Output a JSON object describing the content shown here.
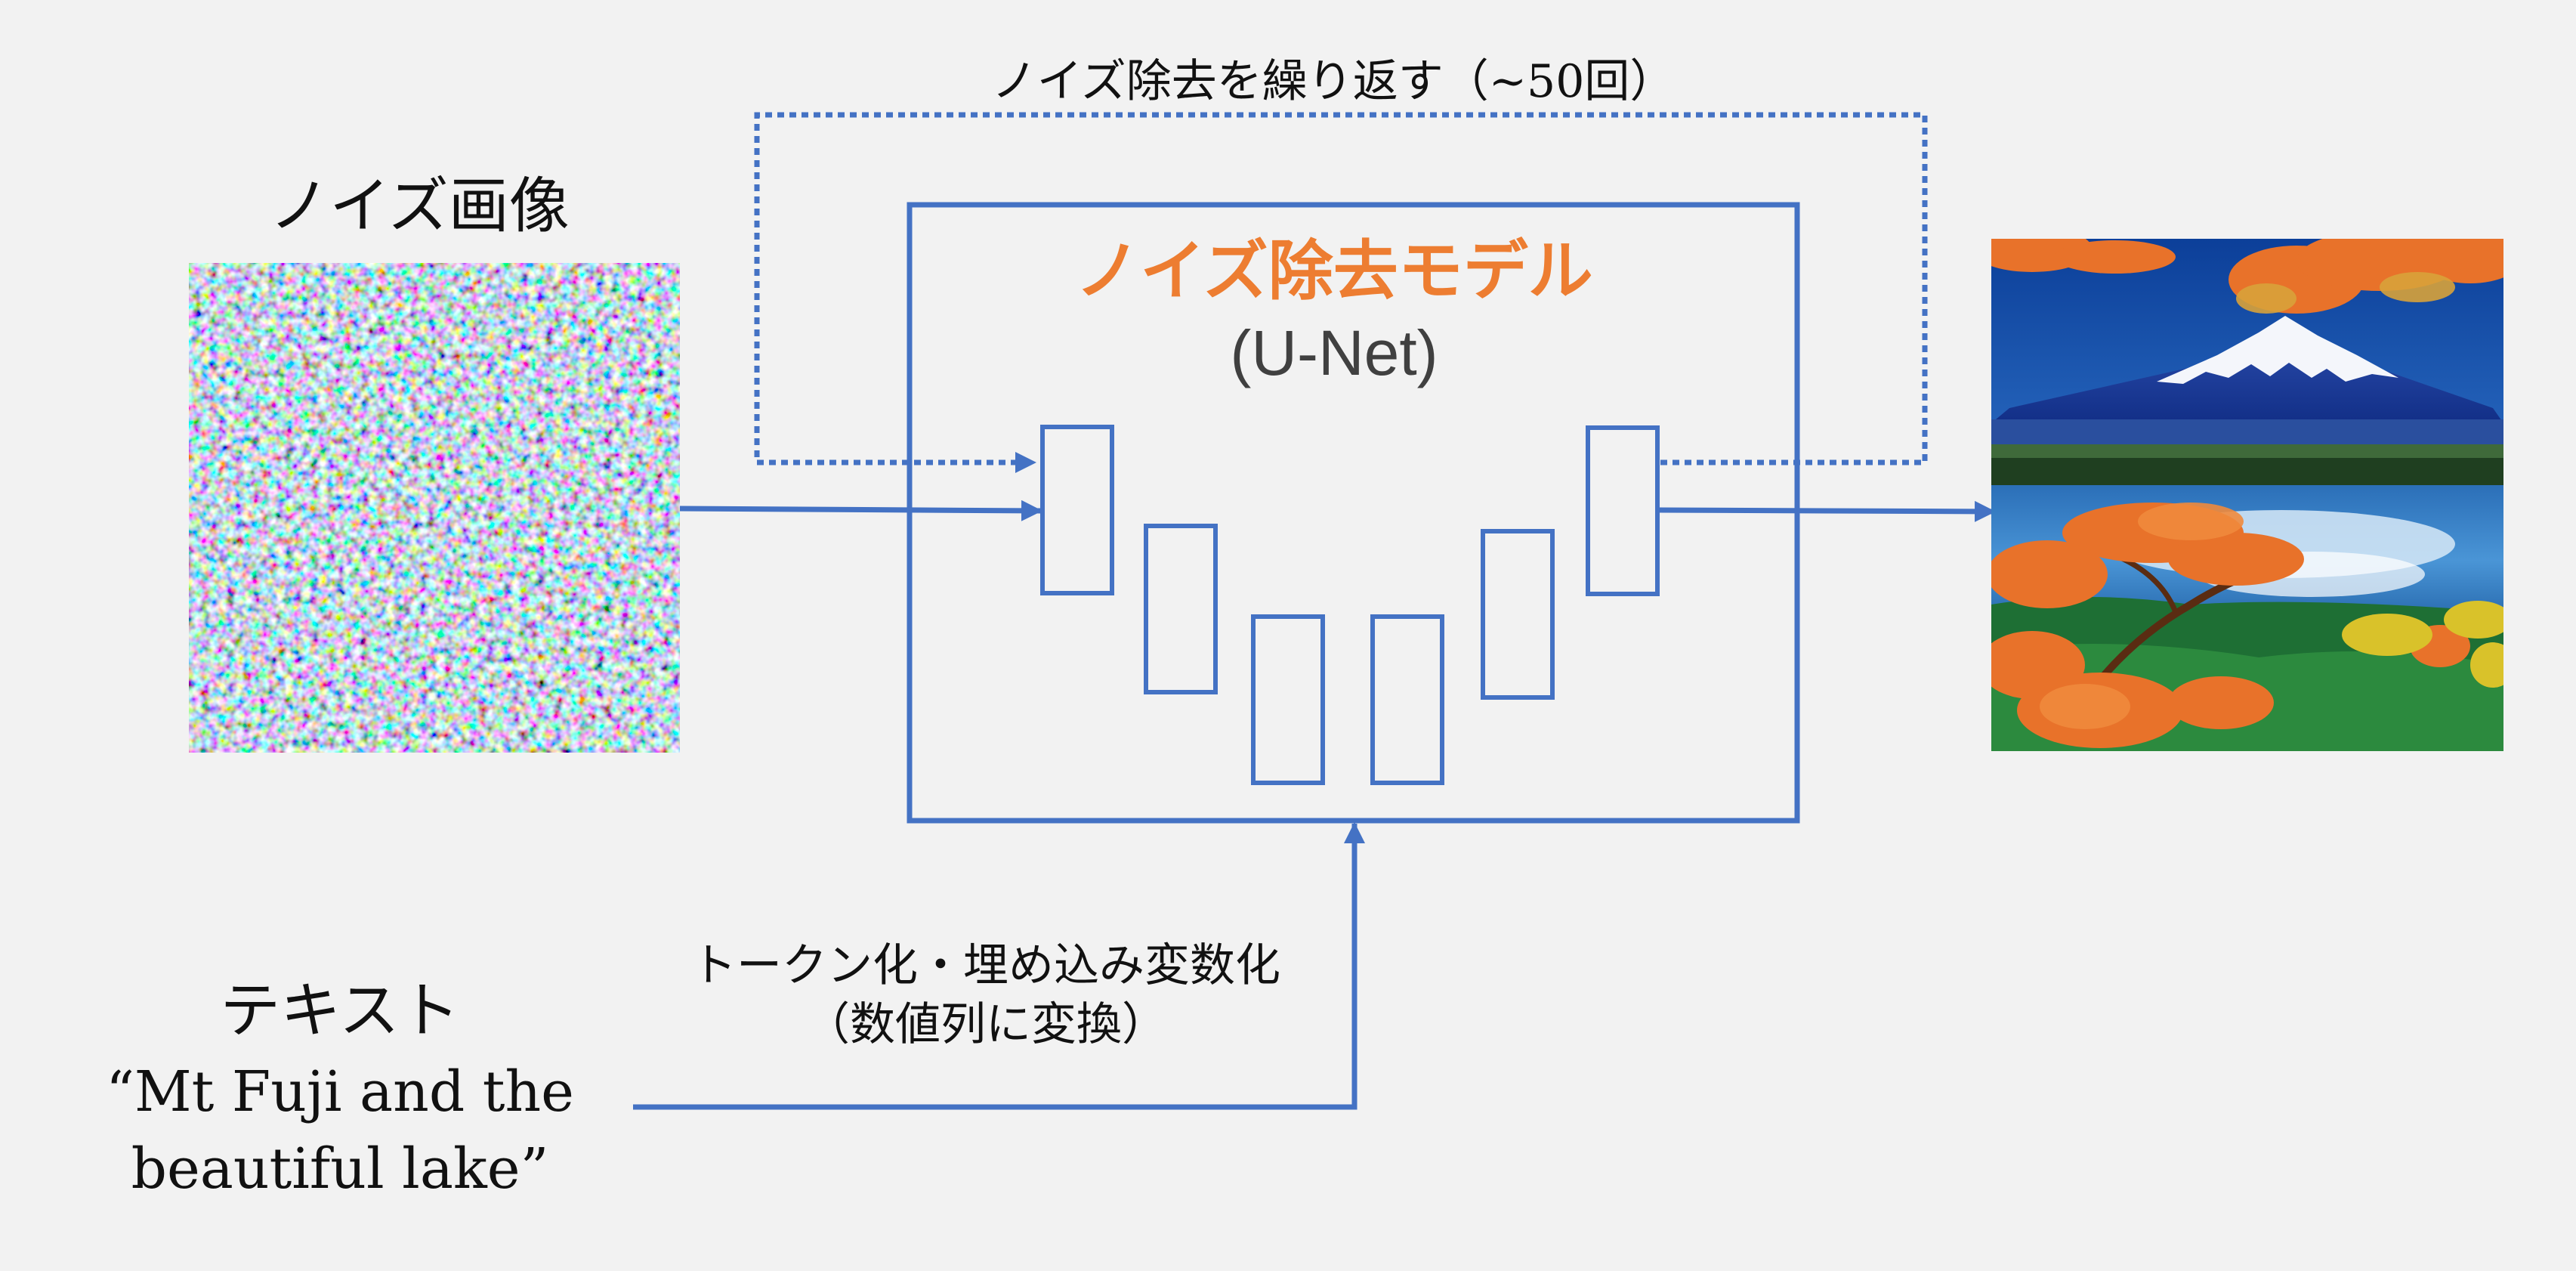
{
  "noise_image": {
    "label": "ノイズ画像"
  },
  "loop": {
    "label": "ノイズ除去を繰り返す（~50回）"
  },
  "model": {
    "title": "ノイズ除去モデル",
    "subtitle": "(U-Net)"
  },
  "text_input": {
    "heading": "テキスト",
    "prompt_line1": "“Mt Fuji and the",
    "prompt_line2": "beautiful lake”"
  },
  "embedding": {
    "line1": "トークン化・埋め込み変数化",
    "line2": "（数値列に変換）"
  },
  "colors": {
    "background": "#f2f2f2",
    "line_blue": "#4472c4",
    "title_orange": "#ed7d31",
    "subtitle_gray": "#404040",
    "text_black": "#111111"
  }
}
